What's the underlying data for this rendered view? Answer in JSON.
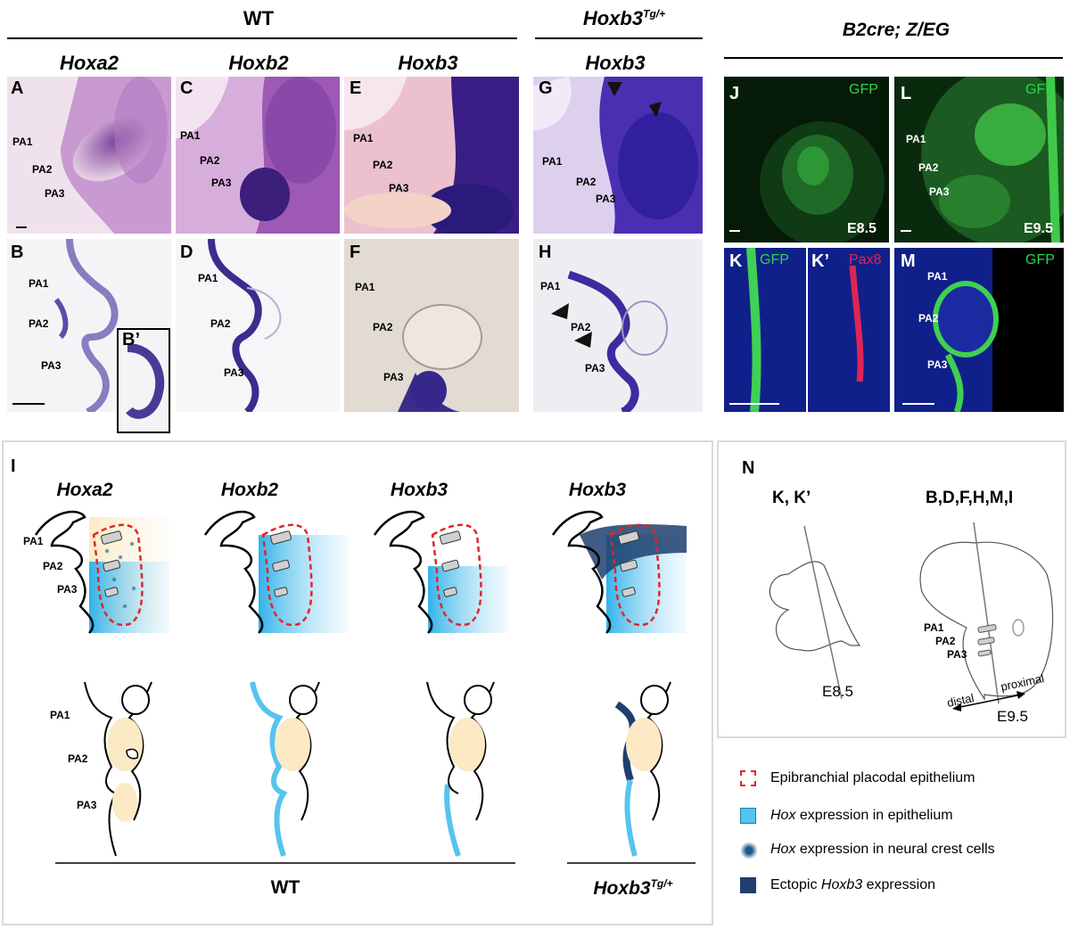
{
  "headers": {
    "wt": "WT",
    "tg": "Hoxb3",
    "tg_sup": "Tg/+",
    "b2cre": "B2cre; Z/EG"
  },
  "genes": {
    "hoxa2": "Hoxa2",
    "hoxb2": "Hoxb2",
    "hoxb3": "Hoxb3",
    "hoxb3_tg": "Hoxb3"
  },
  "panel_letters": {
    "A": "A",
    "B": "B",
    "B_prime": "B’",
    "C": "C",
    "D": "D",
    "E": "E",
    "F": "F",
    "G": "G",
    "H": "H",
    "I": "I",
    "J": "J",
    "K": "K",
    "K_prime": "K’",
    "L": "L",
    "M": "M",
    "N": "N"
  },
  "arch": {
    "pa1": "PA1",
    "pa2": "PA2",
    "pa3": "PA3"
  },
  "fluor": {
    "gfp": "GFP",
    "pax8": "Pax8",
    "e85": "E8.5",
    "e95": "E9.5"
  },
  "schematic_I": {
    "genes": [
      "Hoxa2",
      "Hoxb2",
      "Hoxb3",
      "Hoxb3"
    ],
    "wt_label": "WT",
    "tg_label": "Hoxb3",
    "tg_sup": "Tg/+"
  },
  "panel_N": {
    "left_title": "K, K’",
    "right_title": "B,D,F,H,M,I",
    "left_stage": "E8.5",
    "right_stage": "E9.5",
    "distal": "distal",
    "proximal": "proximal"
  },
  "legend": {
    "placodal": "Epibranchial placodal epithelium",
    "epi_pre": "Hox",
    "epi_post": " expression in epithelium",
    "ncc_pre": "Hox",
    "ncc_post": " expression in neural crest cells",
    "ect_pre": "Ectopic ",
    "ect_gene": "Hoxb3",
    "ect_post": " expression"
  },
  "colors": {
    "ish_purple": "#5a3fa8",
    "hox_epithelium": "#55c4ee",
    "ectopic": "#1f3f6e",
    "placode_dash": "#e0262a",
    "gfp": "#2fd44b",
    "pax8": "#e3244d",
    "dapi": "#1f2fbf"
  }
}
